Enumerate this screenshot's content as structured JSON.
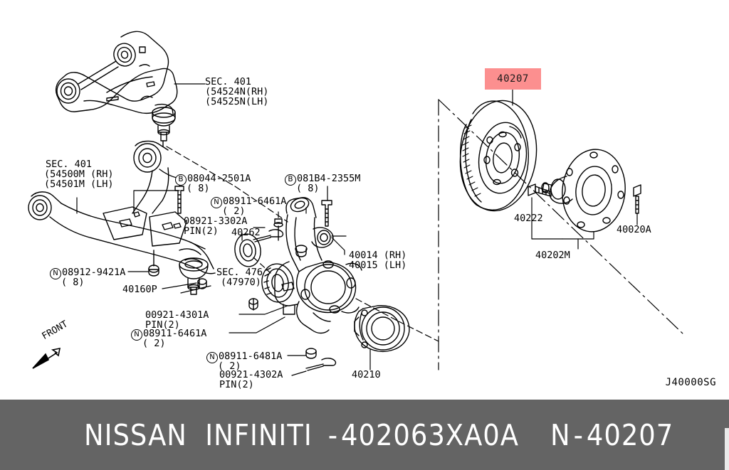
{
  "footer": {
    "brand": "NISSAN  INFINITI",
    "separator": "-",
    "part_number": "402063XA0A",
    "ref_prefix": "N",
    "ref_separator": "-",
    "ref_number": "40207",
    "background_color": "#646464",
    "text_color": "#ffffff"
  },
  "diagram": {
    "code": "J40000SG",
    "highlight": {
      "label": "40207",
      "color": "#fc8f8f"
    },
    "front_arrow": {
      "label": "FRONT"
    }
  },
  "labels": {
    "sec401_upper": {
      "line1": "SEC. 401",
      "line2": "(54524N(RH)",
      "line3": "(54525N(LH)"
    },
    "sec401_lower": {
      "line1": "SEC. 401",
      "line2": "(54500M (RH)",
      "line3": "(54501M (LH)"
    },
    "sec476": {
      "line1": "SEC. 476",
      "line2": "(47970)"
    },
    "bolt_08044": {
      "badge": "B",
      "number": "08044-2501A",
      "qty": "( 8)"
    },
    "bolt_081B4": {
      "badge": "B",
      "number": "081B4-2355M",
      "qty": "( 8)"
    },
    "nut_08911_6461a_upper": {
      "badge": "N",
      "number": "08911-6461A",
      "qty": "( 2)"
    },
    "nut_08911_6461a_lower": {
      "badge": "N",
      "number": "08911-6461A",
      "qty": "( 2)"
    },
    "nut_08911_6481a": {
      "badge": "N",
      "number": "08911-6481A",
      "qty": "( 2)"
    },
    "nut_08912_9421a": {
      "badge": "N",
      "number": "08912-9421A",
      "qty": "( 8)"
    },
    "pin_08921_3302a": {
      "number": "08921-3302A",
      "qty": "PIN(2)"
    },
    "pin_00921_4301a": {
      "number": "00921-4301A",
      "qty": "PIN(2)"
    },
    "pin_00921_4302a": {
      "number": "00921-4302A",
      "qty": "PIN(2)"
    },
    "knuckle": {
      "line1": "40014 (RH)",
      "line2": "40015 (LH)"
    },
    "part_40262": "40262",
    "part_40160p": "40160P",
    "part_40210": "40210",
    "part_40222": "40222",
    "part_40202m": "40202M",
    "part_40020a": "40020A"
  }
}
